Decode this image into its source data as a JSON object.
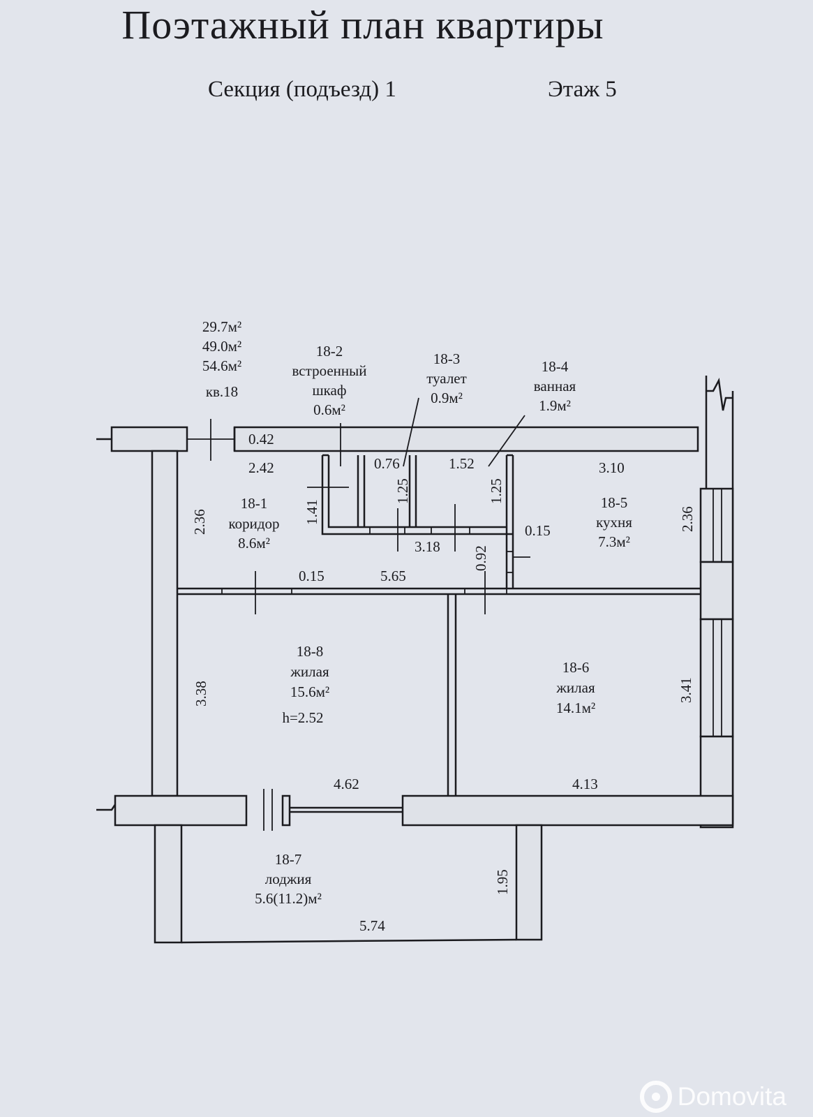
{
  "title": "Поэтажный план квартиры",
  "section": "Секция (подъезд) 1",
  "floor": "Этаж 5",
  "summary": {
    "area1": "29.7м²",
    "area2": "49.0м²",
    "area3": "54.6м²",
    "apartment": "кв.18"
  },
  "rooms": {
    "r1": {
      "code": "18-1",
      "name": "коридор",
      "area": "8.6м²"
    },
    "r2": {
      "code": "18-2",
      "name1": "встроенный",
      "name2": "шкаф",
      "area": "0.6м²"
    },
    "r3": {
      "code": "18-3",
      "name": "туалет",
      "area": "0.9м²"
    },
    "r4": {
      "code": "18-4",
      "name": "ванная",
      "area": "1.9м²"
    },
    "r5": {
      "code": "18-5",
      "name": "кухня",
      "area": "7.3м²"
    },
    "r6": {
      "code": "18-6",
      "name": "жилая",
      "area": "14.1м²"
    },
    "r7": {
      "code": "18-7",
      "name": "лоджия",
      "area": "5.6(11.2)м²"
    },
    "r8": {
      "code": "18-8",
      "name": "жилая",
      "area": "15.6м²",
      "height": "h=2.52"
    }
  },
  "dims": {
    "d_042": "0.42",
    "d_242": "2.42",
    "d_076": "0.76",
    "d_152": "1.52",
    "d_310": "3.10",
    "d_236a": "2.36",
    "d_141": "1.41",
    "d_125a": "1.25",
    "d_125b": "1.25",
    "d_236b": "2.36",
    "d_015a": "0.15",
    "d_318": "3.18",
    "d_092": "0.92",
    "d_015b": "0.15",
    "d_565": "5.65",
    "d_338": "3.38",
    "d_341": "3.41",
    "d_462": "4.62",
    "d_413": "4.13",
    "d_195": "1.95",
    "d_574": "5.74"
  },
  "watermark": "Domovita"
}
